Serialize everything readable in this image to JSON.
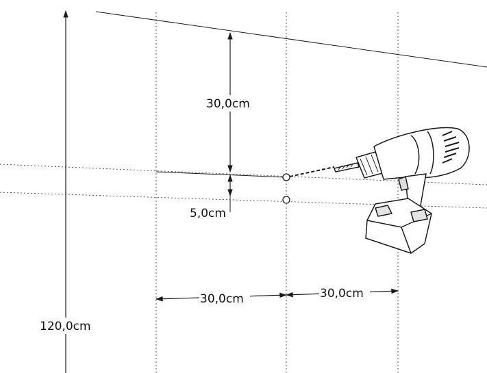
{
  "dimensions": {
    "vertical_total": "120,0cm",
    "upper_gap": "30,0cm",
    "hole_offset": "5,0cm",
    "left_span": "30,0cm",
    "right_span": "30,0cm"
  },
  "colors": {
    "line": "#1a1a1a",
    "guide": "#444444",
    "drill_body": "#ffffff",
    "drill_shade": "#e4e4e4"
  },
  "icons": {
    "tool": "cordless-drill-icon",
    "hole": "drill-hole-marker-icon"
  }
}
